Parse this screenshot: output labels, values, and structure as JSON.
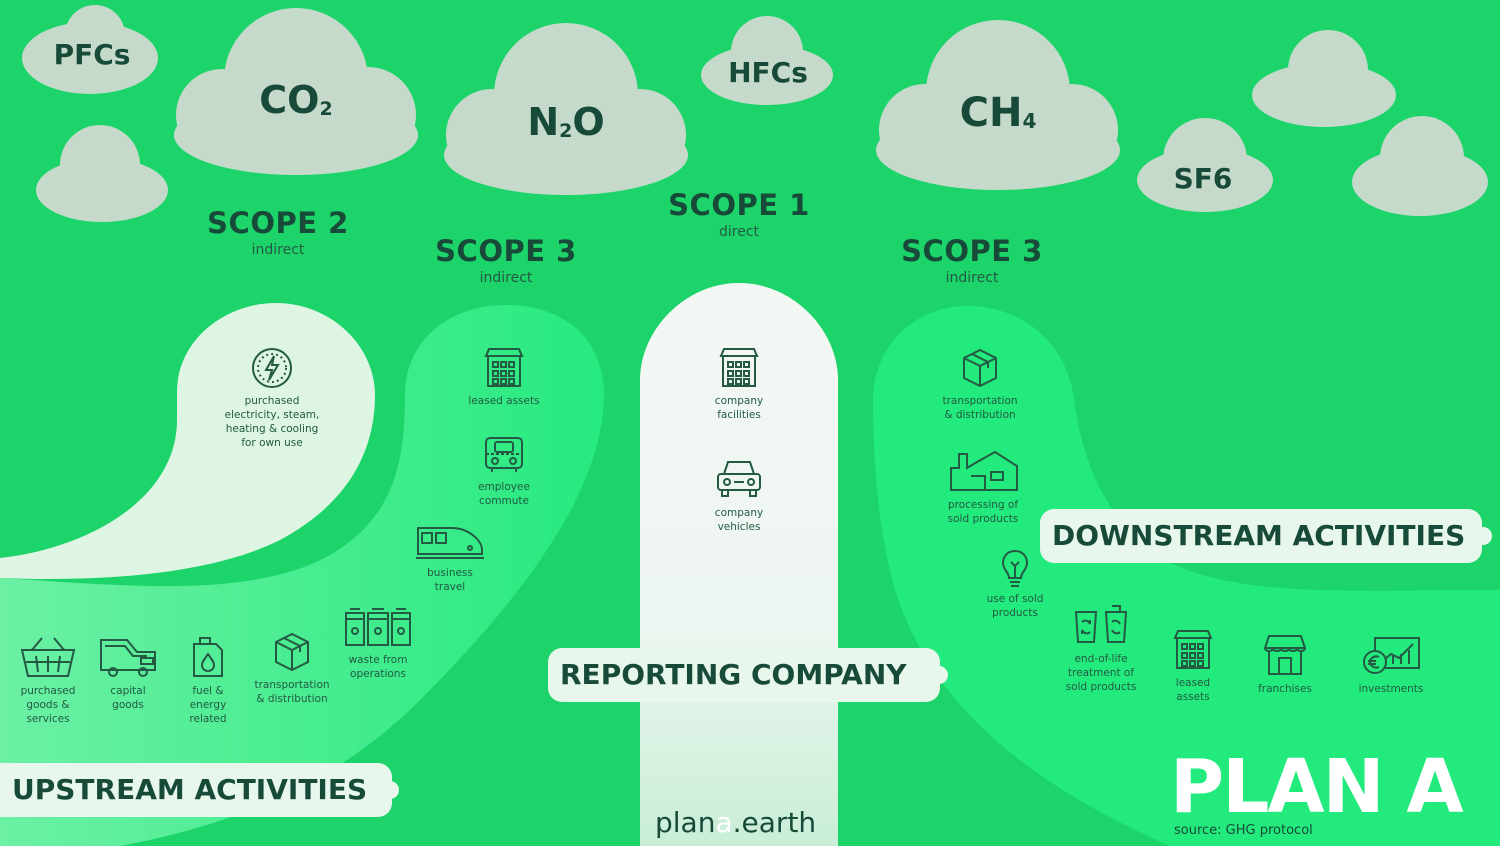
{
  "gases": {
    "pfcs": "PFCs",
    "co2": {
      "main": "CO",
      "sub": "2"
    },
    "n2o": {
      "a": "N",
      "sub": "2",
      "b": "O"
    },
    "hfcs": "HFCs",
    "ch4": {
      "main": "CH",
      "sub": "4"
    },
    "sf6": "SF6"
  },
  "scopes": {
    "scope2": {
      "title": "SCOPE 2",
      "subtitle": "indirect"
    },
    "scope3_up": {
      "title": "SCOPE 3",
      "subtitle": "indirect"
    },
    "scope1": {
      "title": "SCOPE 1",
      "subtitle": "direct"
    },
    "scope3_down": {
      "title": "SCOPE 3",
      "subtitle": "indirect"
    }
  },
  "activities": {
    "purchased_electricity": {
      "label": "purchased\nelectricity, steam,\nheating & cooling\nfor own use",
      "icon": "lightning-icon"
    },
    "leased_assets_up": {
      "label": "leased assets",
      "icon": "building-icon"
    },
    "employee_commute": {
      "label": "employee\ncommute",
      "icon": "bus-icon"
    },
    "business_travel": {
      "label": "business\ntravel",
      "icon": "train-icon"
    },
    "waste": {
      "label": "waste from\noperations",
      "icon": "bins-icon"
    },
    "purchased_goods": {
      "label": "purchased\ngoods &\nservices",
      "icon": "basket-icon"
    },
    "capital_goods": {
      "label": "capital\ngoods",
      "icon": "truck-icon"
    },
    "fuel_energy": {
      "label": "fuel &\nenergy\nrelated",
      "icon": "fuel-can-icon"
    },
    "transport_up": {
      "label": "transportation\n& distribution",
      "icon": "box-icon"
    },
    "company_facilities": {
      "label": "company\nfacilities",
      "icon": "building-icon"
    },
    "company_vehicles": {
      "label": "company\nvehicles",
      "icon": "car-icon"
    },
    "transport_down": {
      "label": "transportation\n& distribution",
      "icon": "box-icon"
    },
    "processing": {
      "label": "processing of\nsold products",
      "icon": "factory-icon"
    },
    "use_sold": {
      "label": "use of sold\nproducts",
      "icon": "lightbulb-icon"
    },
    "end_of_life": {
      "label": "end-of-life\ntreatment of\nsold products",
      "icon": "recycle-bins-icon"
    },
    "leased_assets_down": {
      "label": "leased\nassets",
      "icon": "building-icon"
    },
    "franchises": {
      "label": "franchises",
      "icon": "storefront-icon"
    },
    "investments": {
      "label": "investments",
      "icon": "euro-chart-icon"
    }
  },
  "banners": {
    "upstream": "UPSTREAM ACTIVITIES",
    "reporting": "REPORTING COMPANY",
    "downstream": "DOWNSTREAM ACTIVITIES"
  },
  "brand": {
    "pre": "plan",
    "hl": "a",
    "post": ".earth"
  },
  "logo": "PLAN A",
  "source": "source: GHG protocol",
  "colors": {
    "background": "#1dd46a",
    "scope3_band": "#22ea7c",
    "scope2_area": "#dff5e4",
    "scope1_pillar": "#f1f6f3",
    "cloud": "#c6dacb",
    "text_dark": "#174a38"
  }
}
